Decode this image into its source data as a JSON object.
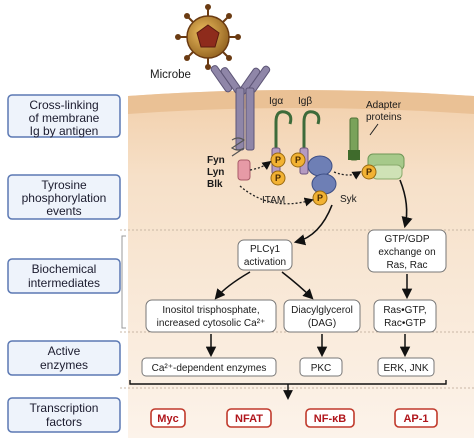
{
  "microbe_label": "Microbe",
  "stages": [
    {
      "lines": [
        "Cross-linking",
        "of membrane",
        "Ig by antigen"
      ]
    },
    {
      "lines": [
        "Tyrosine",
        "phosphorylation",
        "events"
      ]
    },
    {
      "lines": [
        "Biochemical",
        "intermediates"
      ]
    },
    {
      "lines": [
        "Active",
        "enzymes"
      ]
    },
    {
      "lines": [
        "Transcription",
        "factors"
      ]
    }
  ],
  "membrane": {
    "ig_alpha": "Igα",
    "ig_beta": "Igβ",
    "adapter_lines": [
      "Adapter",
      "proteins"
    ],
    "kinases": [
      "Fyn",
      "Lyn",
      "Blk"
    ],
    "itam": "ITAM",
    "syk": "Syk",
    "phospho": "P"
  },
  "boxes": {
    "plc": [
      "PLCγ1",
      "activation"
    ],
    "gtp": [
      "GTP/GDP",
      "exchange on",
      "Ras, Rac"
    ],
    "ip3": [
      "Inositol trisphosphate,",
      "increased cytosolic Ca²⁺"
    ],
    "dag": [
      "Diacylglycerol",
      "(DAG)"
    ],
    "ras": [
      "Ras•GTP,",
      "Rac•GTP"
    ],
    "ca_enzymes": "Ca²⁺-dependent enzymes",
    "pkc": "PKC",
    "erk": "ERK, JNK"
  },
  "transcription_factors": [
    "Myc",
    "NFAT",
    "NF-κB",
    "AP-1"
  ],
  "colors": {
    "cell_top": "#f4dcc2",
    "cell_bottom": "#fbeee0",
    "membrane": "#eec79a",
    "receptor": "#8c83a6",
    "ig_tails": "#3d6b3a",
    "phospho": "#f2b233",
    "syk": "#6e7fb5",
    "adapter": "#7aa25a",
    "tf_border": "#c0392b"
  }
}
